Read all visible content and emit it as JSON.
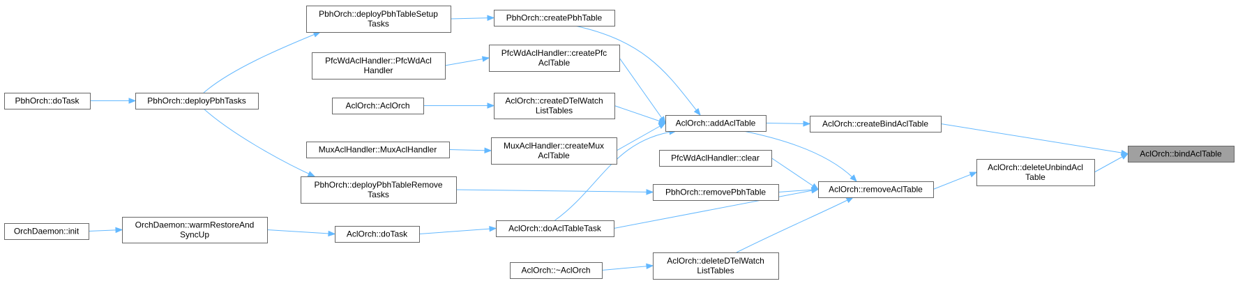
{
  "graph": {
    "root_fill": "#a0a0a0",
    "edge_color": "#63b8ff",
    "node_border": "#666666",
    "nodes": [
      {
        "id": "pbh_dotask",
        "lines": [
          "PbhOrch::doTask"
        ]
      },
      {
        "id": "orch_init",
        "lines": [
          "OrchDaemon::init"
        ]
      },
      {
        "id": "pbh_deploy_tasks",
        "lines": [
          "PbhOrch::deployPbhTasks"
        ]
      },
      {
        "id": "orch_warm",
        "lines": [
          "OrchDaemon::warmRestoreAnd",
          "SyncUp"
        ]
      },
      {
        "id": "pbh_setup",
        "lines": [
          "PbhOrch::deployPbhTableSetup",
          "Tasks"
        ]
      },
      {
        "id": "pfcwd_ctor",
        "lines": [
          "PfcWdAclHandler::PfcWdAcl",
          "Handler"
        ]
      },
      {
        "id": "acl_ctor",
        "lines": [
          "AclOrch::AclOrch"
        ]
      },
      {
        "id": "mux_ctor",
        "lines": [
          "MuxAclHandler::MuxAclHandler"
        ]
      },
      {
        "id": "pbh_remove_tasks",
        "lines": [
          "PbhOrch::deployPbhTableRemove",
          "Tasks"
        ]
      },
      {
        "id": "acl_dotask",
        "lines": [
          "AclOrch::doTask"
        ]
      },
      {
        "id": "acl_dtor",
        "lines": [
          "AclOrch::~AclOrch"
        ]
      },
      {
        "id": "pbh_create",
        "lines": [
          "PbhOrch::createPbhTable"
        ]
      },
      {
        "id": "pfcwd_create",
        "lines": [
          "PfcWdAclHandler::createPfc",
          "AclTable"
        ]
      },
      {
        "id": "acl_create_dtel",
        "lines": [
          "AclOrch::createDTelWatch",
          "ListTables"
        ]
      },
      {
        "id": "mux_create",
        "lines": [
          "MuxAclHandler::createMux",
          "AclTable"
        ]
      },
      {
        "id": "acl_dotabletask",
        "lines": [
          "AclOrch::doAclTableTask"
        ]
      },
      {
        "id": "acl_add",
        "lines": [
          "AclOrch::addAclTable"
        ]
      },
      {
        "id": "pfcwd_clear",
        "lines": [
          "PfcWdAclHandler::clear"
        ]
      },
      {
        "id": "pbh_remove",
        "lines": [
          "PbhOrch::removePbhTable"
        ]
      },
      {
        "id": "acl_delete_dtel",
        "lines": [
          "AclOrch::deleteDTelWatch",
          "ListTables"
        ]
      },
      {
        "id": "acl_remove",
        "lines": [
          "AclOrch::removeAclTable"
        ]
      },
      {
        "id": "acl_create_bind",
        "lines": [
          "AclOrch::createBindAclTable"
        ]
      },
      {
        "id": "acl_delete_unbind",
        "lines": [
          "AclOrch::deleteUnbindAcl",
          "Table"
        ]
      },
      {
        "id": "acl_bind",
        "lines": [
          "AclOrch::bindAclTable"
        ],
        "root": true
      }
    ],
    "edges": [
      [
        "pbh_dotask",
        "pbh_deploy_tasks"
      ],
      [
        "pbh_deploy_tasks",
        "pbh_setup"
      ],
      [
        "pbh_deploy_tasks",
        "pbh_remove_tasks"
      ],
      [
        "orch_init",
        "orch_warm"
      ],
      [
        "orch_warm",
        "acl_dotask"
      ],
      [
        "acl_dotask",
        "acl_dotabletask"
      ],
      [
        "pbh_setup",
        "pbh_create"
      ],
      [
        "pfcwd_ctor",
        "pfcwd_create"
      ],
      [
        "acl_ctor",
        "acl_create_dtel"
      ],
      [
        "mux_ctor",
        "mux_create"
      ],
      [
        "pbh_remove_tasks",
        "pbh_remove"
      ],
      [
        "acl_dtor",
        "acl_delete_dtel"
      ],
      [
        "pbh_create",
        "acl_add"
      ],
      [
        "pfcwd_create",
        "acl_add"
      ],
      [
        "acl_create_dtel",
        "acl_add"
      ],
      [
        "mux_create",
        "acl_add"
      ],
      [
        "acl_dotabletask",
        "acl_add"
      ],
      [
        "acl_add",
        "acl_create_bind"
      ],
      [
        "acl_add",
        "acl_remove"
      ],
      [
        "pfcwd_clear",
        "acl_remove"
      ],
      [
        "pbh_remove",
        "acl_remove"
      ],
      [
        "acl_dotabletask",
        "acl_remove"
      ],
      [
        "acl_delete_dtel",
        "acl_remove"
      ],
      [
        "acl_remove",
        "acl_delete_unbind"
      ],
      [
        "acl_create_bind",
        "acl_bind"
      ],
      [
        "acl_delete_unbind",
        "acl_bind"
      ]
    ]
  }
}
